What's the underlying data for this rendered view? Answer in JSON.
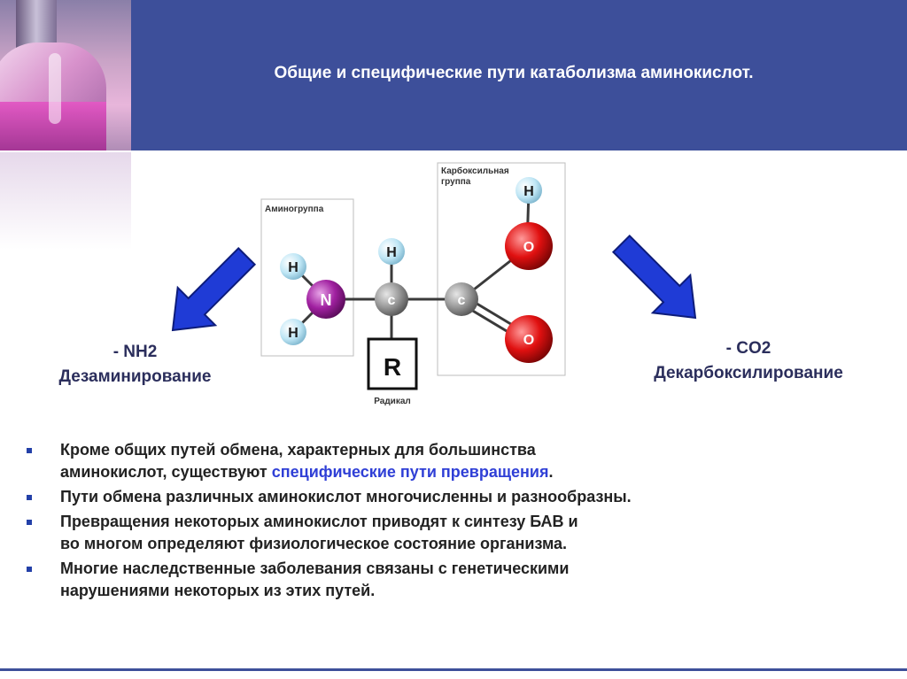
{
  "slide": {
    "title": "Общие и специфические пути катаболизма аминокислот."
  },
  "diagram": {
    "amino_group_label": "Аминогруппа",
    "carboxyl_group_label_line1": "Карбоксильная",
    "carboxyl_group_label_line2": "группа",
    "radical_label": "Радикал",
    "radical_symbol": "R",
    "atoms": {
      "h_amino_top": "H",
      "h_amino_bottom": "H",
      "n": "N",
      "h_alpha": "H",
      "c_alpha": "c",
      "c_carboxyl": "c",
      "o_top": "O",
      "o_bottom": "O",
      "h_carboxyl": "H"
    }
  },
  "left_path": {
    "formula": "- NH2",
    "name": "Дезаминирование"
  },
  "right_path": {
    "formula": "- CO2",
    "name": "Декарбоксилирование"
  },
  "bullets": [
    {
      "text_start": "Кроме общих путей обмена, характерных для большинства",
      "text_cont": "аминокислот, существуют ",
      "highlight": "специфические пути превращения",
      "text_end": "."
    },
    {
      "text": "Пути обмена различных аминокислот многочисленны и разнообразны."
    },
    {
      "line1": "Превращения некоторых аминокислот приводят к синтезу БАВ  и",
      "line2": "во многом определяют физиологическое состояние организма."
    },
    {
      "line1": "Многие наследственные заболевания связаны с генетическими",
      "line2": "нарушениями некоторых из этих путей."
    }
  ],
  "colors": {
    "header_bg": "#3d4f9a",
    "arrow_blue": "#1f3bd6",
    "nitrogen": "#a020a0",
    "oxygen": "#e01010",
    "hydrogen": "#bfe6f5",
    "carbon": "#9a9a9a"
  }
}
